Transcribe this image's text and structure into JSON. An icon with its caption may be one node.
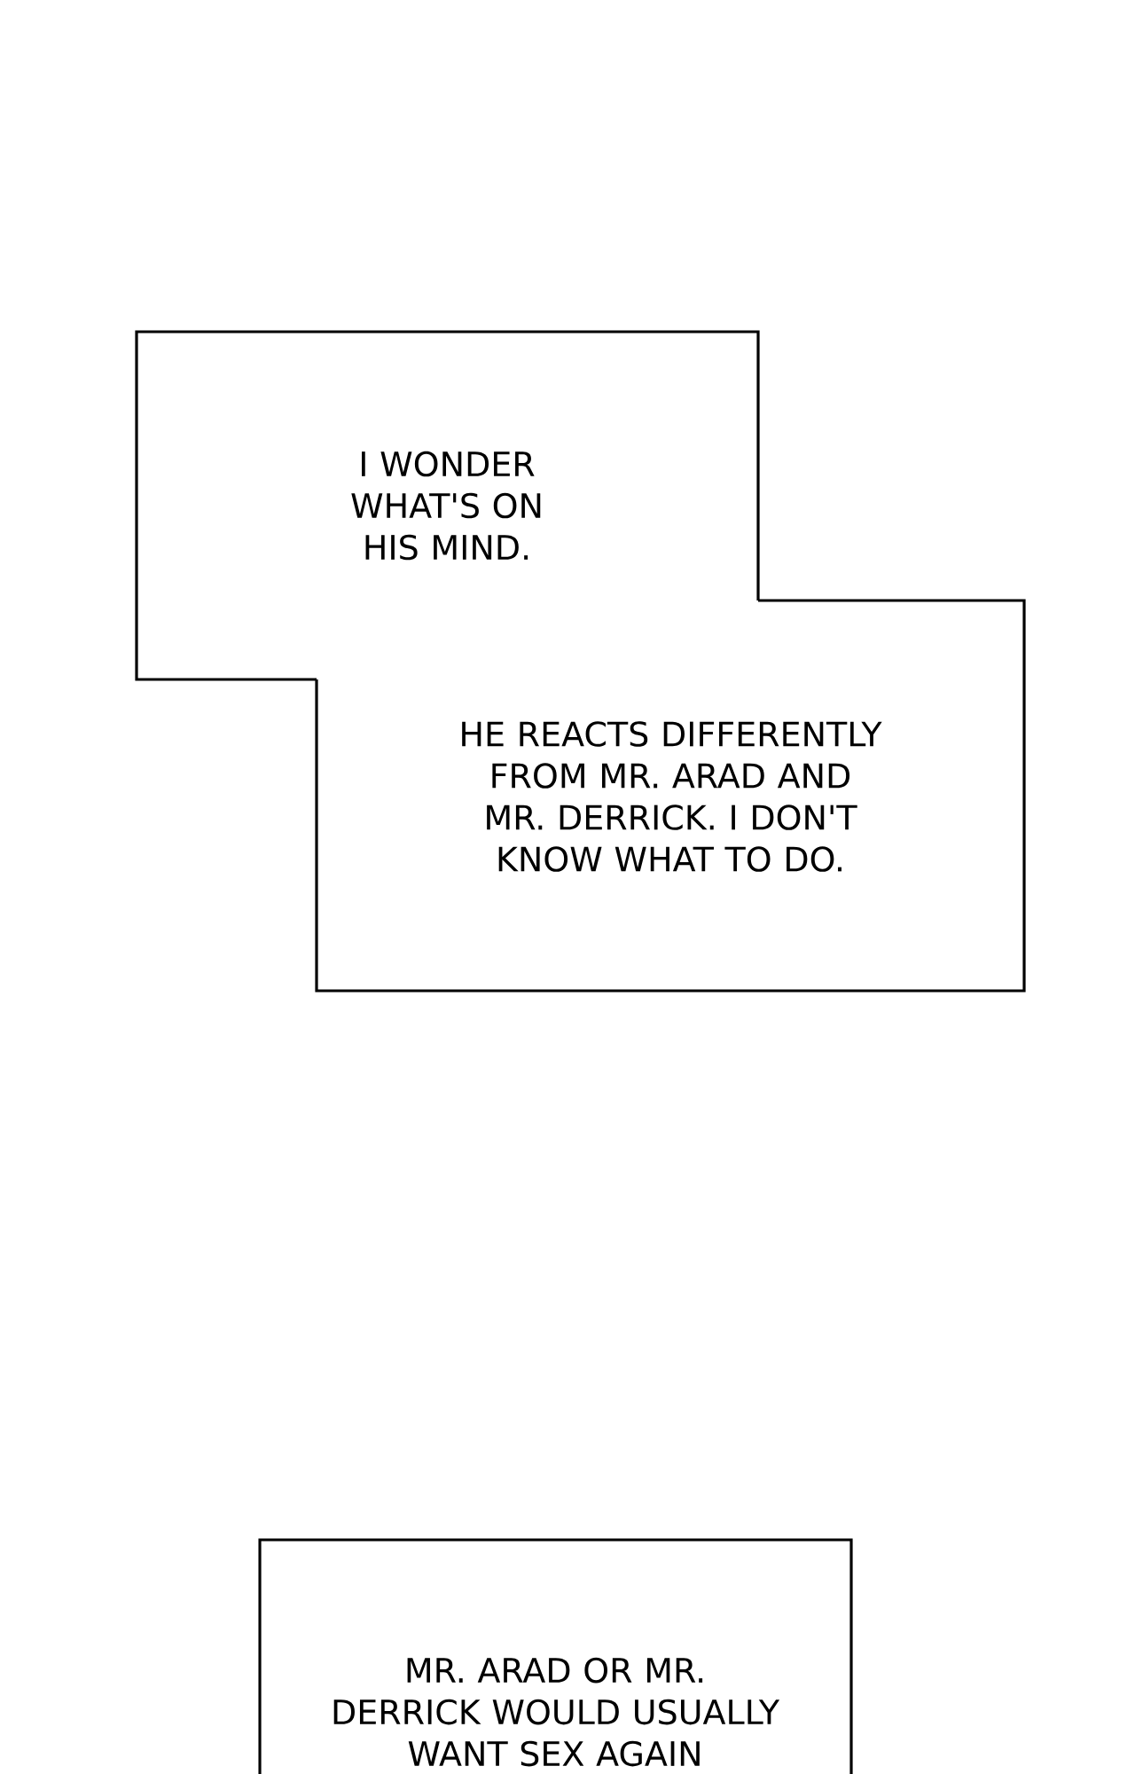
{
  "diagram": {
    "nodes": [
      {
        "text": [
          "I WONDER WHAT'S ON HIS MIND."
        ]
      },
      {
        "text": [
          "HE REACTS DIFFERENTLY FROM MR. ARAD AND MR. DERRICK. I DON'T KNOW WHAT TO DO."
        ]
      },
      {
        "text": [
          "MR. ARAD OR MR. DERRICK WOULD USUALLY WANT SEX AGAIN"
        ]
      }
    ]
  }
}
